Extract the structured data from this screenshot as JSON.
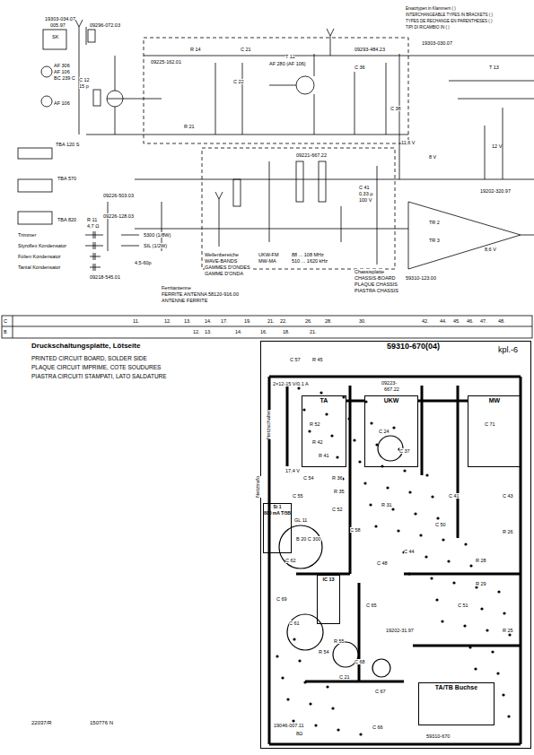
{
  "diagram": {
    "title": "Druckschaltungsplatte, Lötseite",
    "nodes": [
      {
        "text": [
          "59310-670(04)"
        ]
      },
      {
        "text": [
          "TA"
        ],
        "in": 0
      },
      {
        "text": [
          "UKW"
        ],
        "in": 0
      },
      {
        "text": [
          "MW"
        ],
        "in": 0
      },
      {
        "text": [
          "IC 13"
        ],
        "in": 0
      },
      {
        "text": [
          "Si 1",
          "800 mA T/5B"
        ],
        "in": 0
      },
      {
        "text": [
          "TA/TB Buchse"
        ],
        "in": 0
      }
    ],
    "edges": [
      {
        "from": 1,
        "to": 2,
        "arrow": "none"
      },
      {
        "from": 2,
        "to": 3,
        "arrow": "none"
      }
    ],
    "labels": [
      "19303-034.07",
      "005.97",
      "SK",
      "AF 306",
      "AF 106",
      "BC 239 C",
      "AF 106",
      "09296-072.03",
      "C 12",
      "15 p",
      "TBA 120 S",
      "TBA 570",
      "TBA 820",
      "R 11",
      "4,7 Ω",
      "09225-162.01",
      "R 14",
      "C 21",
      "C 22",
      "T 12",
      "AF 280 (AF 106)",
      "09293-484.23",
      "C 36",
      "C 38",
      "R 21",
      "Ersatztypen in Klammern ( )",
      "INTERCHANGEABLE TYPES IN BRACKETS ( )",
      "TYPES DE RECHANGE EN PARENTHESES ( )",
      "TIPI DI RICAMBIO IN ( )",
      "19303-030.07",
      "T 13",
      "11,6 V",
      "12 V",
      "8 V",
      "8,6 V",
      "09226-503.03",
      "09226-128.03",
      "09218-545.01",
      "4,5-60p",
      "09221-667.22",
      "C 41",
      "0,33 µ",
      "100 V",
      "TR 2",
      "TR 3",
      "19202-320.97",
      "Wellenbereiche",
      "WAVE-BANDS",
      "GAMMES D'ONDES",
      "GAMME D'ONDA",
      "UKW-FM",
      "MW-MA",
      "88 ... 108 MHz",
      "510 ... 1620 kHz",
      "Chassisplatte",
      "CHASSIS-BOARD",
      "PLAQUE CHASSIS",
      "PIASTRA CHASSIS",
      "59310-123.00",
      "Ferritantenne",
      "FERRITE ANTENNA",
      "ANTENNE FERRITE",
      "58120-916.00",
      "C",
      "B",
      "11.",
      "12.",
      "13.",
      "14.",
      "17.",
      "19.",
      "21.",
      "22.",
      "26.",
      "28.",
      "30.",
      "42.",
      "44.",
      "45.",
      "46.",
      "47.",
      "48.",
      "12.",
      "13.",
      "14.",
      "16.",
      "18.",
      "21.",
      "PRINTED CIRCUIT BOARD, SOLDER SIDE",
      "PLAQUE CIRCUIT IMPRIME, COTE SOUDURES",
      "PIASTRA CIRCUITI STAMPATI, LATO SALDATURE",
      "22037/R",
      "150776 N",
      "kpl.-6",
      "C 57",
      "R 45",
      "2×12-15 V/0,1 A",
      "Netzschalter",
      "Netztrafo",
      "17,4 V",
      "09223-",
      "667.22",
      "R 52",
      "R 42",
      "R 41",
      "C 24",
      "C 37",
      "C 71",
      "C 54",
      "R 36",
      "R 35",
      "C 55",
      "C 52",
      "GL 11",
      "B 20 C 300",
      "C 62",
      "C 58",
      "R 31",
      "C 41",
      "C 43",
      "C 50",
      "R 26",
      "C 44",
      "C 48",
      "R 28",
      "R 29",
      "C 69",
      "C 65",
      "C 51",
      "C 61",
      "19202-31.97",
      "R 25",
      "R 55",
      "R 54",
      "C 68",
      "C 21",
      "C 67",
      "19046-007.11",
      "8Ω",
      "C 66",
      "59310-670"
    ],
    "legend": [
      {
        "text": "Trimmer"
      },
      {
        "text": "Styroflex Kondensator"
      },
      {
        "text": "Folien Kondensator"
      },
      {
        "text": "Tantal Kondensator"
      },
      {
        "text": "5300 (1/8W)"
      },
      {
        "text": "SIL (1/2W)"
      }
    ]
  }
}
